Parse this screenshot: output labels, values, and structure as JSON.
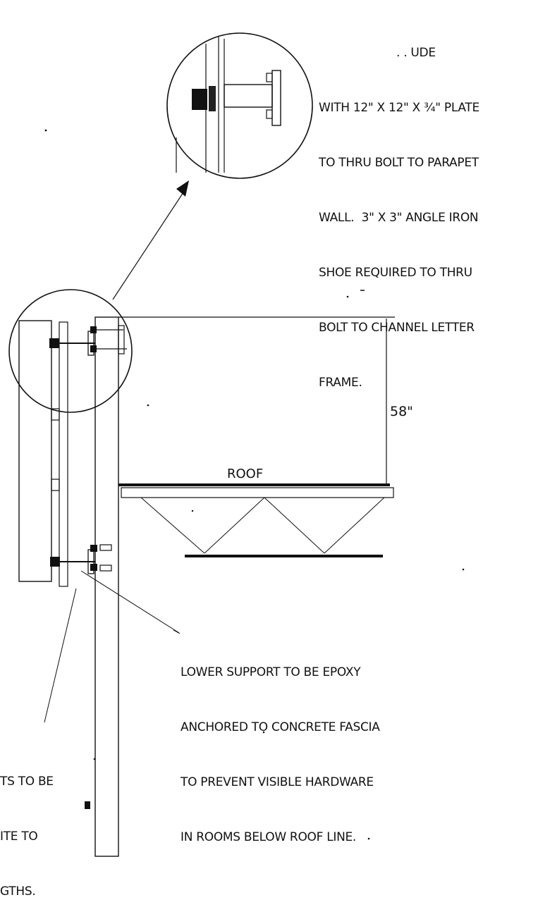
{
  "notes": {
    "top_note": {
      "lines": [
        ". . UDE",
        "WITH 12\" X 12\" X ¾\" PLATE",
        "TO THRU BOLT TO PARAPET",
        "WALL.  3\" X 3\" ANGLE IRON",
        "SHOE REQUIRED TO THRU",
        "BOLT TO CHANNEL LETTER",
        "FRAME."
      ]
    },
    "lower_support_note": {
      "lines": [
        "LOWER SUPPORT TO BE EPOXY",
        "ANCHORED TO CONCRETE FASCIA",
        "TO PREVENT VISIBLE HARDWARE",
        "IN ROOMS BELOW ROOF LINE."
      ]
    },
    "left_note": {
      "lines": [
        "TS TO BE",
        "ITE TO",
        "GTHS."
      ]
    }
  },
  "labels": {
    "dimension": "58\"",
    "roof": "ROOF"
  }
}
